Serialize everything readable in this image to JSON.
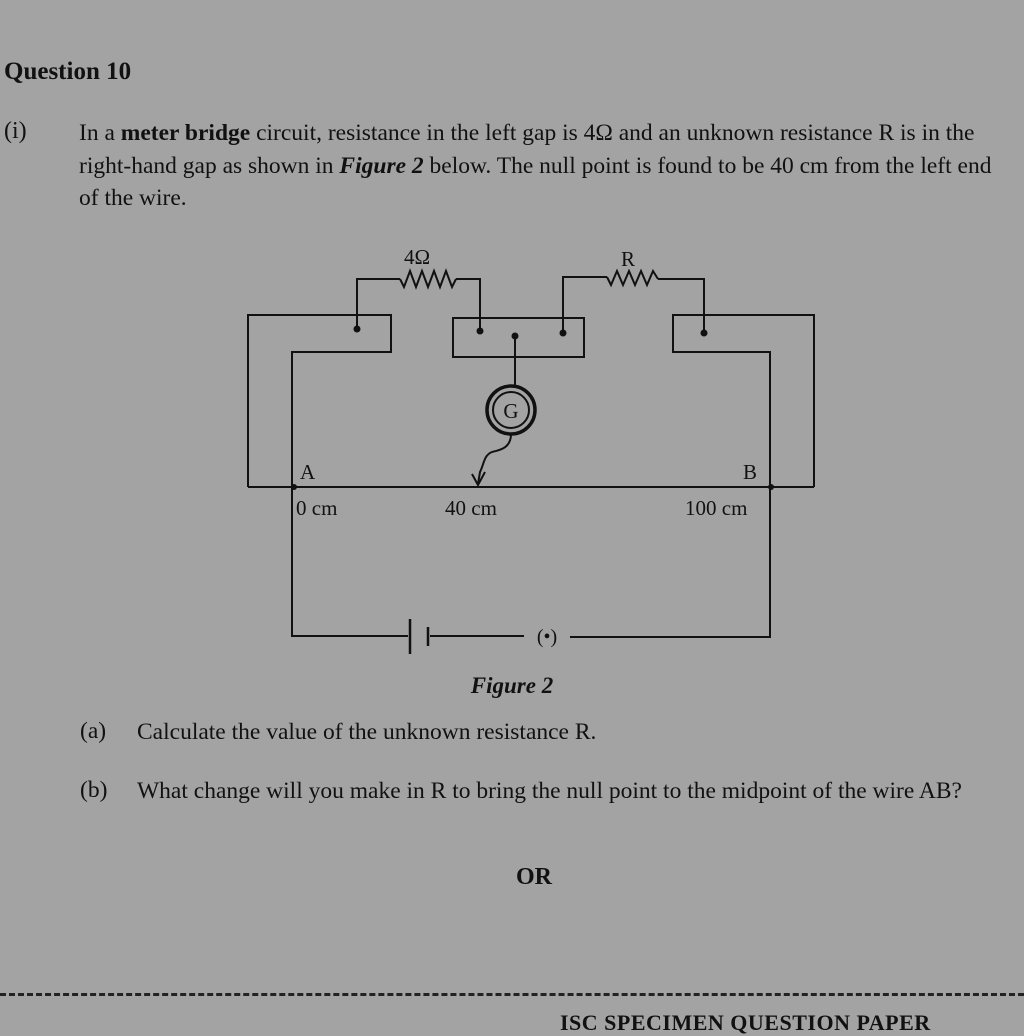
{
  "question": {
    "title": "Question 10",
    "part_number": "(i)",
    "intro": {
      "text_1": "In a ",
      "bold_1": "meter bridge",
      "text_2": " circuit, resistance in the left gap is 4Ω and an unknown resistance R is in the right-hand gap as shown in ",
      "italic_1": "Figure 2",
      "text_3": " below.  The null point is found to be 40 cm from the left end of the wire."
    }
  },
  "figure": {
    "label_resistor_left": "4Ω",
    "label_resistor_right": "R",
    "label_galvanometer": "G",
    "label_point_a": "A",
    "label_point_b": "B",
    "label_scale_start": "0 cm",
    "label_scale_null": "40 cm",
    "label_scale_end": "100 cm",
    "label_key": "(•)",
    "caption": "Figure 2"
  },
  "subparts": [
    {
      "label": "(a)",
      "text": "Calculate the value of the unknown resistance R."
    },
    {
      "label": "(b)",
      "text": "What change will you make in R to bring the null point to the midpoint of the wire AB?"
    }
  ],
  "or_text": "OR",
  "footer_text": "ISC SPECIMEN QUESTION PAPER"
}
